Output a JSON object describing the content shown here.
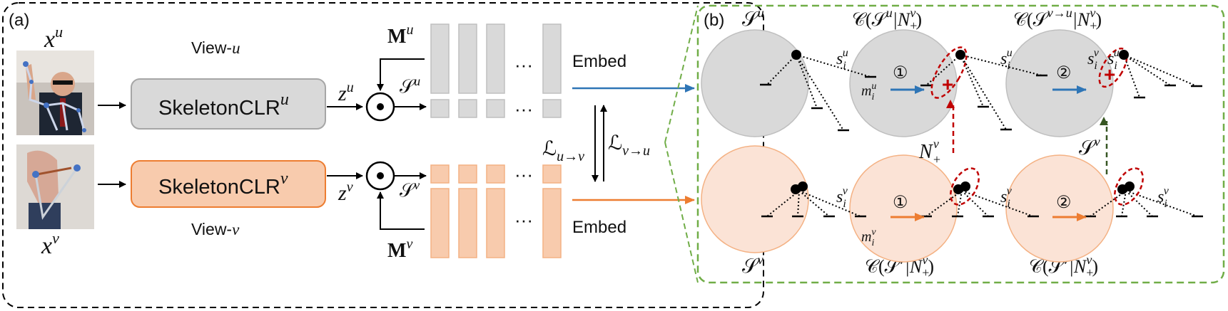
{
  "panel_a": {
    "label": "(a)",
    "x_u": "x",
    "x_u_sup": "u",
    "x_v": "x",
    "x_v_sup": "v",
    "view_u": "View-",
    "view_u_var": "u",
    "view_v": "View-",
    "view_v_var": "v",
    "encoder_u": "SkeletonCLR",
    "encoder_u_sup": "u",
    "encoder_v": "SkeletonCLR",
    "encoder_v_sup": "v",
    "z_u": "z",
    "z_u_sup": "u",
    "z_v": "z",
    "z_v_sup": "v",
    "mask_u": "M",
    "mask_u_sup": "u",
    "mask_v": "M",
    "mask_v_sup": "v",
    "s_u": "𝒮",
    "s_u_sup": "u",
    "s_v": "𝒮",
    "s_v_sup": "v",
    "dots": "···",
    "embed_top": "Embed",
    "embed_bottom": "Embed",
    "loss_uv": "ℒ",
    "loss_uv_sub": "u→v",
    "loss_vu": "ℒ",
    "loss_vu_sub": "v→u"
  },
  "panel_b": {
    "label": "(b)",
    "top_left": "𝒮",
    "top_left_sup": "u",
    "top_mid": "𝒞(𝒮",
    "top_mid_sup": "u",
    "top_mid_rest": "|N",
    "top_mid_sub": "+",
    "top_mid_sup2": "v",
    "top_mid_close": ")",
    "top_right": "𝒞(𝒮",
    "top_right_sup": "v→u",
    "top_right_rest": "|N",
    "top_right_sub": "+",
    "top_right_sup2": "v",
    "top_right_close": ")",
    "bot_left": "𝒮",
    "bot_left_sup": "v",
    "bot_mid": "𝒞(𝒮",
    "bot_mid_sup": "v",
    "bot_mid_rest": "|N",
    "bot_mid_sub": "+",
    "bot_mid_sup2": "v",
    "bot_mid_close": ")",
    "bot_right": "𝒞(𝒮",
    "bot_right_sup": "v",
    "bot_right_rest": "|N",
    "bot_right_sub": "+",
    "bot_right_sup2": "v",
    "bot_right_close": ")",
    "s_i": "s",
    "s_i_sub": "i",
    "s_i_sup_u": "u",
    "s_i_sup_v": "v",
    "m_i": "m",
    "m_i_sub": "i",
    "m_i_sup_u": "u",
    "m_i_sup_v": "v",
    "step1": "①",
    "step2": "②",
    "n_plus": "N",
    "n_plus_sub": "+",
    "n_plus_sup": "v",
    "s_v_arrow": "𝒮",
    "s_v_arrow_sup": "v",
    "plus": "+"
  },
  "colors": {
    "blue": "#2e75b6",
    "orange": "#ed7d31",
    "grey_fill": "#d9d9d9",
    "orange_fill": "#f8cbad",
    "green_dash": "#70ad47",
    "dark_red": "#c00000",
    "dark_green": "#375623"
  }
}
